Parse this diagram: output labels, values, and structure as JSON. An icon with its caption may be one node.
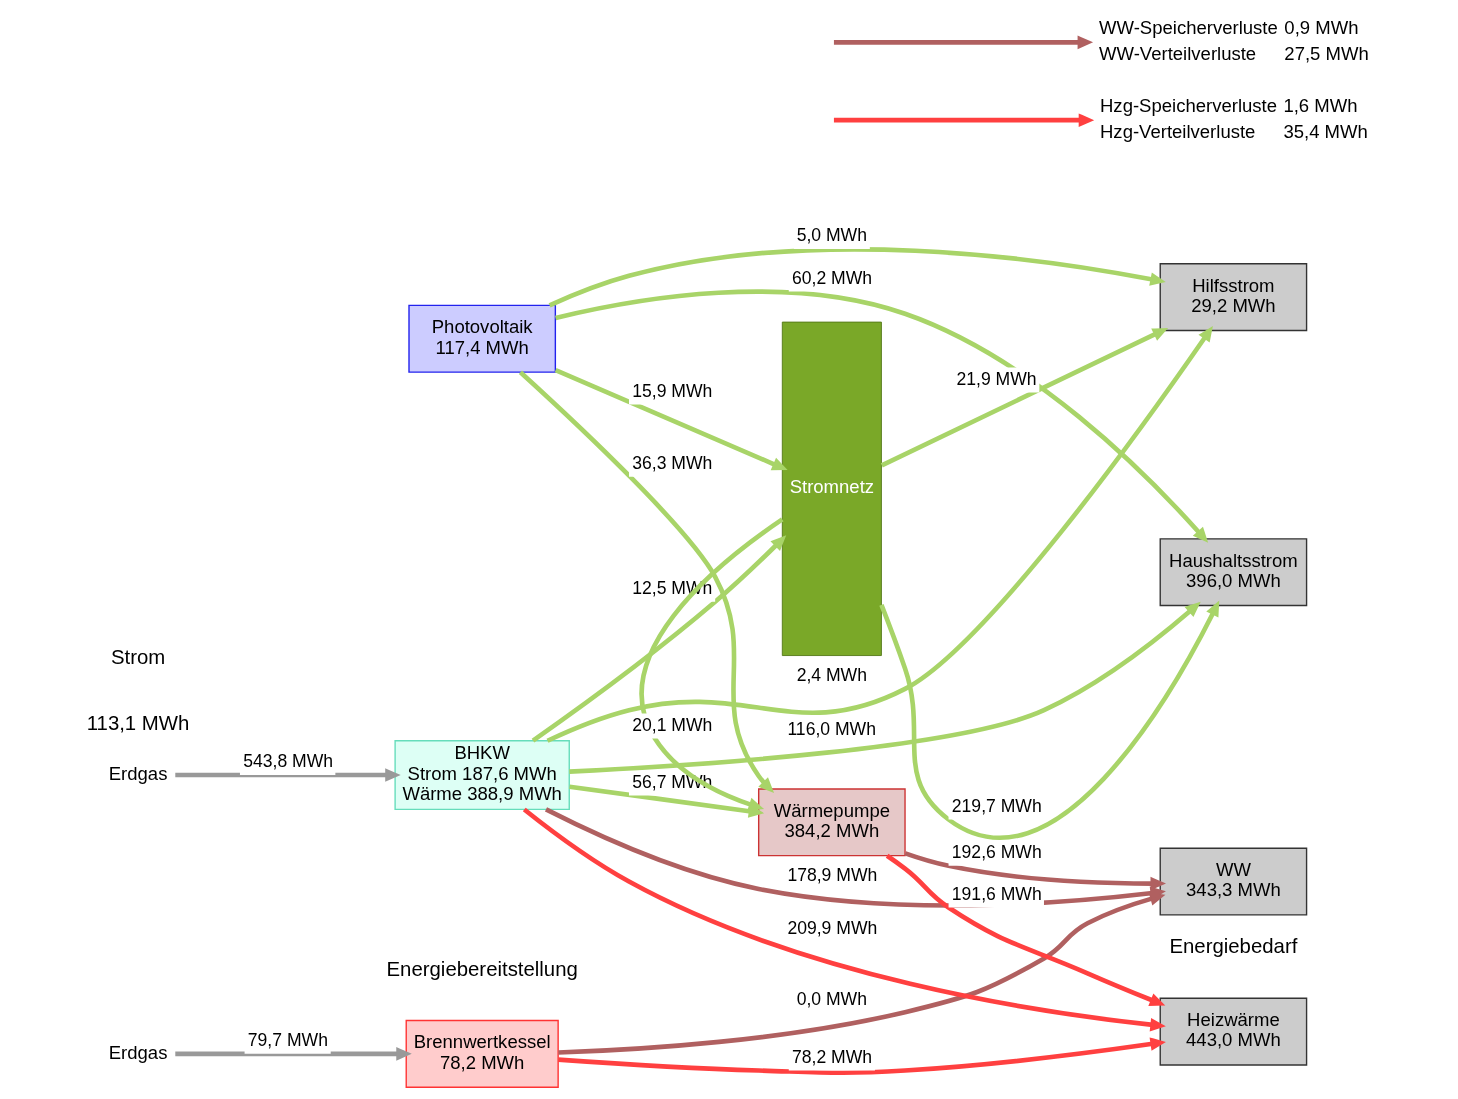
{
  "diagram": {
    "nodes": [
      {
        "text": [
          "Brennwertkessel",
          "78,2 MWh"
        ]
      },
      {
        "text": [
          "BHKW",
          "Strom 187,6 MWh",
          "Wärme 388,9 MWh"
        ]
      },
      {
        "text": [
          "Wärmepumpe",
          "384,2 MWh"
        ]
      },
      {
        "text": [
          "Photovoltaik",
          "117,4 MWh"
        ]
      },
      {
        "text": [
          "Heizwärme",
          "443,0 MWh"
        ]
      },
      {
        "text": [
          "WW",
          "343,3 MWh"
        ]
      },
      {
        "text": [
          "Hilfsstrom",
          "29,2 MWh"
        ]
      },
      {
        "text": [
          "Haushaltsstrom",
          "396,0 MWh"
        ]
      },
      {
        "text": [
          "Stromnetz"
        ]
      },
      {
        "text": [
          "Erdgas"
        ]
      },
      {
        "text": [
          "Erdgas"
        ]
      },
      {
        "text": [
          "Hzg-Speicherverluste",
          "Hzg-Verteilverluste"
        ],
        "beside": [
          "1,6 MWh",
          "35,4 MWh"
        ]
      },
      {
        "text": [
          "WW-Speicherverluste",
          "WW-Verteilverluste"
        ],
        "beside": [
          "0,9 MWh",
          "27,5 MWh"
        ]
      }
    ],
    "edges": [
      {
        "from": 9,
        "to": 0,
        "arrow": "to",
        "label": "79,7 MWh",
        "color": "#999999"
      },
      {
        "from": 10,
        "to": 1,
        "arrow": "to",
        "label": "543,8 MWh",
        "color": "#999999"
      },
      {
        "from": 0,
        "to": 4,
        "arrow": "to",
        "label": "78,2 MWh",
        "color": "#ff4040"
      },
      {
        "from": 0,
        "to": 5,
        "arrow": "to",
        "label": "0,0 MWh",
        "color": "#b06060"
      },
      {
        "from": 1,
        "to": 4,
        "arrow": "to",
        "label": "209,9 MWh",
        "color": "#ff4040"
      },
      {
        "from": 1,
        "to": 5,
        "arrow": "to",
        "label": "178,9 MWh",
        "color": "#b06060"
      },
      {
        "from": 2,
        "to": 4,
        "arrow": "to",
        "label": "191,6 MWh",
        "color": "#ff4040"
      },
      {
        "from": 2,
        "to": 5,
        "arrow": "to",
        "label": "192,6 MWh",
        "color": "#b06060"
      },
      {
        "from": null,
        "to": 11,
        "arrow": "to",
        "color": "#ff4040"
      },
      {
        "from": null,
        "to": 12,
        "arrow": "to",
        "color": "#b06060"
      },
      {
        "from": 1,
        "to": 2,
        "arrow": "to",
        "label": "56,7 MWh"
      },
      {
        "from": 1,
        "to": 6,
        "arrow": "to",
        "label": "2,4 MWh"
      },
      {
        "from": 1,
        "to": 7,
        "arrow": "to",
        "label": "116,0 MWh"
      },
      {
        "from": 1,
        "to": 8,
        "arrow": "to",
        "label": "12,5 MWh"
      },
      {
        "from": 3,
        "to": 2,
        "arrow": "to",
        "label": "36,3 MWh"
      },
      {
        "from": 8,
        "to": 2,
        "arrow": "to",
        "label": "20,1 MWh"
      },
      {
        "from": 8,
        "to": 6,
        "arrow": "to",
        "label": "21,9 MWh"
      },
      {
        "from": 8,
        "to": 7,
        "arrow": "to",
        "label": "219,7 MWh"
      },
      {
        "from": 3,
        "to": 6,
        "arrow": "to",
        "label": "5,0 MWh"
      },
      {
        "from": 3,
        "to": 7,
        "arrow": "to",
        "label": "60,2 MWh"
      },
      {
        "from": 3,
        "to": 8,
        "arrow": "to",
        "label": "15,9 MWh"
      }
    ],
    "labels": [
      "Energiebereitstellung",
      "Energiebedarf",
      "Strom",
      "113,1 MWh"
    ]
  }
}
